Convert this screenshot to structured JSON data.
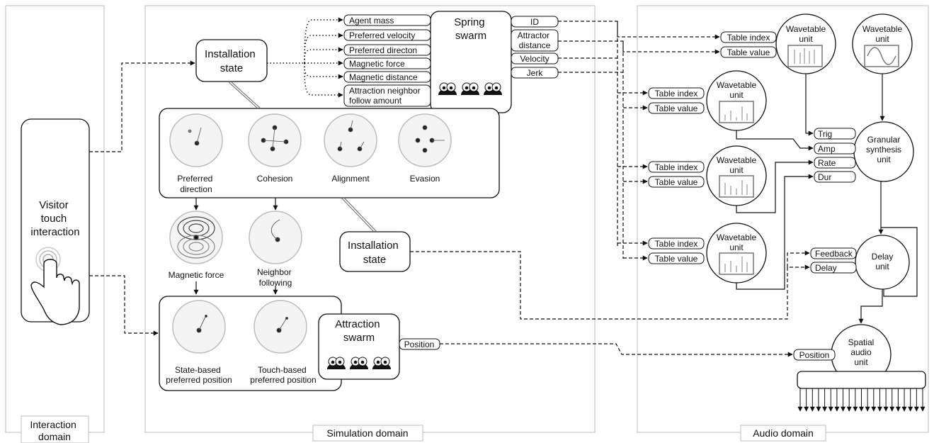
{
  "domains": {
    "interaction": [
      "Interaction",
      "domain"
    ],
    "simulation": "Simulation domain",
    "audio": "Audio domain"
  },
  "interaction": {
    "visitor_label": [
      "Visitor",
      "touch",
      "interaction"
    ]
  },
  "simulation": {
    "installation_state_top": [
      "Installation",
      "state"
    ],
    "installation_state_mid": [
      "Installation",
      "state"
    ],
    "spring_swarm_title": [
      "Spring",
      "swarm"
    ],
    "attraction_swarm_title": [
      "Attraction",
      "swarm"
    ],
    "spring_inputs": [
      [
        "Agent mass"
      ],
      [
        "Preferred velocity"
      ],
      [
        "Preferred directon"
      ],
      [
        "Magnetic force"
      ],
      [
        "Magnetic distance"
      ],
      [
        "Attraction neighbor",
        "follow amount"
      ]
    ],
    "spring_outputs": [
      [
        "ID"
      ],
      [
        "Attractor",
        "distance"
      ],
      [
        "Velocity"
      ],
      [
        "Jerk"
      ]
    ],
    "behaviors": [
      [
        "Preferred",
        "direction"
      ],
      [
        "Cohesion"
      ],
      [
        "Alignment"
      ],
      [
        "Evasion"
      ]
    ],
    "forces": [
      [
        "Magnetic force"
      ],
      [
        "Neighbor",
        "following"
      ]
    ],
    "preferred_positions": [
      [
        "State-based",
        "preferred position"
      ],
      [
        "Touch-based",
        "preferred position"
      ]
    ],
    "attraction_output": "Position"
  },
  "audio": {
    "wavetable_label": [
      "Wavetable",
      "unit"
    ],
    "table_index": "Table index",
    "table_value": "Table value",
    "granular_label": [
      "Granular",
      "synthesis",
      "unit"
    ],
    "granular_inputs": [
      "Trig",
      "Amp",
      "Rate",
      "Dur"
    ],
    "delay_label": [
      "Delay",
      "unit"
    ],
    "delay_inputs": [
      "Feedback",
      "Delay"
    ],
    "spatial_label": [
      "Spatial",
      "audio",
      "unit"
    ],
    "spatial_input": "Position",
    "speaker_outputs": 21
  }
}
